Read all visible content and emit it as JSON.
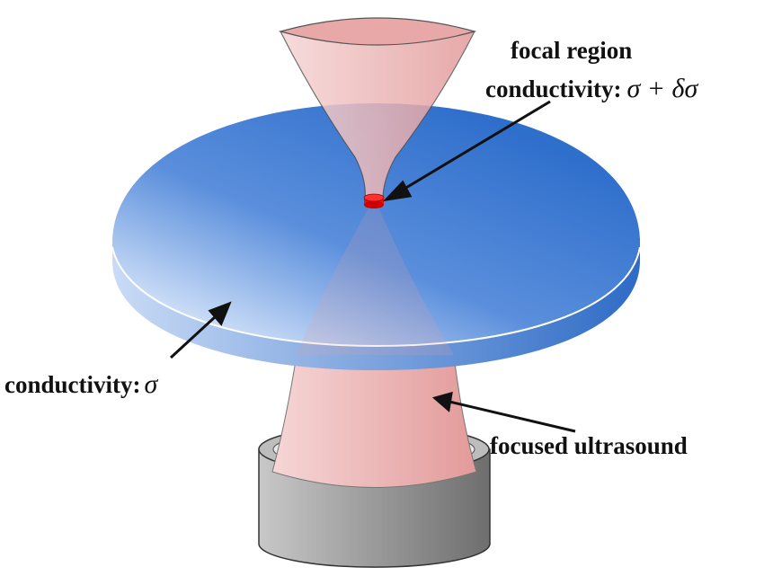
{
  "labels": {
    "focal_region": "focal region",
    "focal_conductivity": "conductivity:",
    "focal_symbol": "σ + δσ",
    "medium_conductivity": "conductivity:",
    "medium_symbol": "σ",
    "ultrasound": "focused ultrasound"
  },
  "colors": {
    "disk": "#3a78d0",
    "cone": "#e9a3a3",
    "focal_spot": "#e01010",
    "transducer": "#8a8a8a"
  }
}
